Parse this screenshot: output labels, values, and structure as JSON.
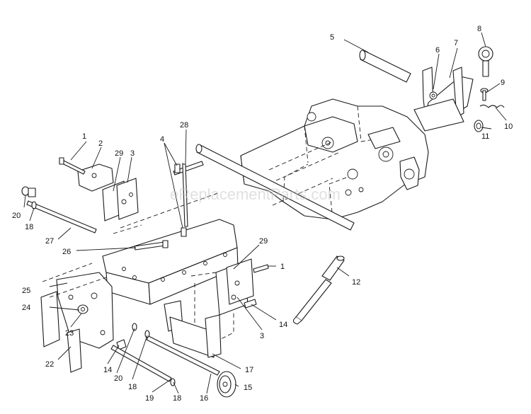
{
  "watermark": "eReplacementParts.com",
  "callouts": [
    {
      "label": "1"
    },
    {
      "label": "2"
    },
    {
      "label": "3"
    },
    {
      "label": "4"
    },
    {
      "label": "5"
    },
    {
      "label": "6"
    },
    {
      "label": "7"
    },
    {
      "label": "8"
    },
    {
      "label": "9"
    },
    {
      "label": "10"
    },
    {
      "label": "11"
    },
    {
      "label": "12"
    },
    {
      "label": "14"
    },
    {
      "label": "15"
    },
    {
      "label": "16"
    },
    {
      "label": "17"
    },
    {
      "label": "18"
    },
    {
      "label": "19"
    },
    {
      "label": "20"
    },
    {
      "label": "22"
    },
    {
      "label": "23"
    },
    {
      "label": "24"
    },
    {
      "label": "25"
    },
    {
      "label": "26"
    },
    {
      "label": "27"
    },
    {
      "label": "28"
    },
    {
      "label": "29"
    },
    {
      "label": "1"
    },
    {
      "label": "3"
    },
    {
      "label": "14"
    },
    {
      "label": "18"
    },
    {
      "label": "20"
    },
    {
      "label": "29"
    }
  ]
}
